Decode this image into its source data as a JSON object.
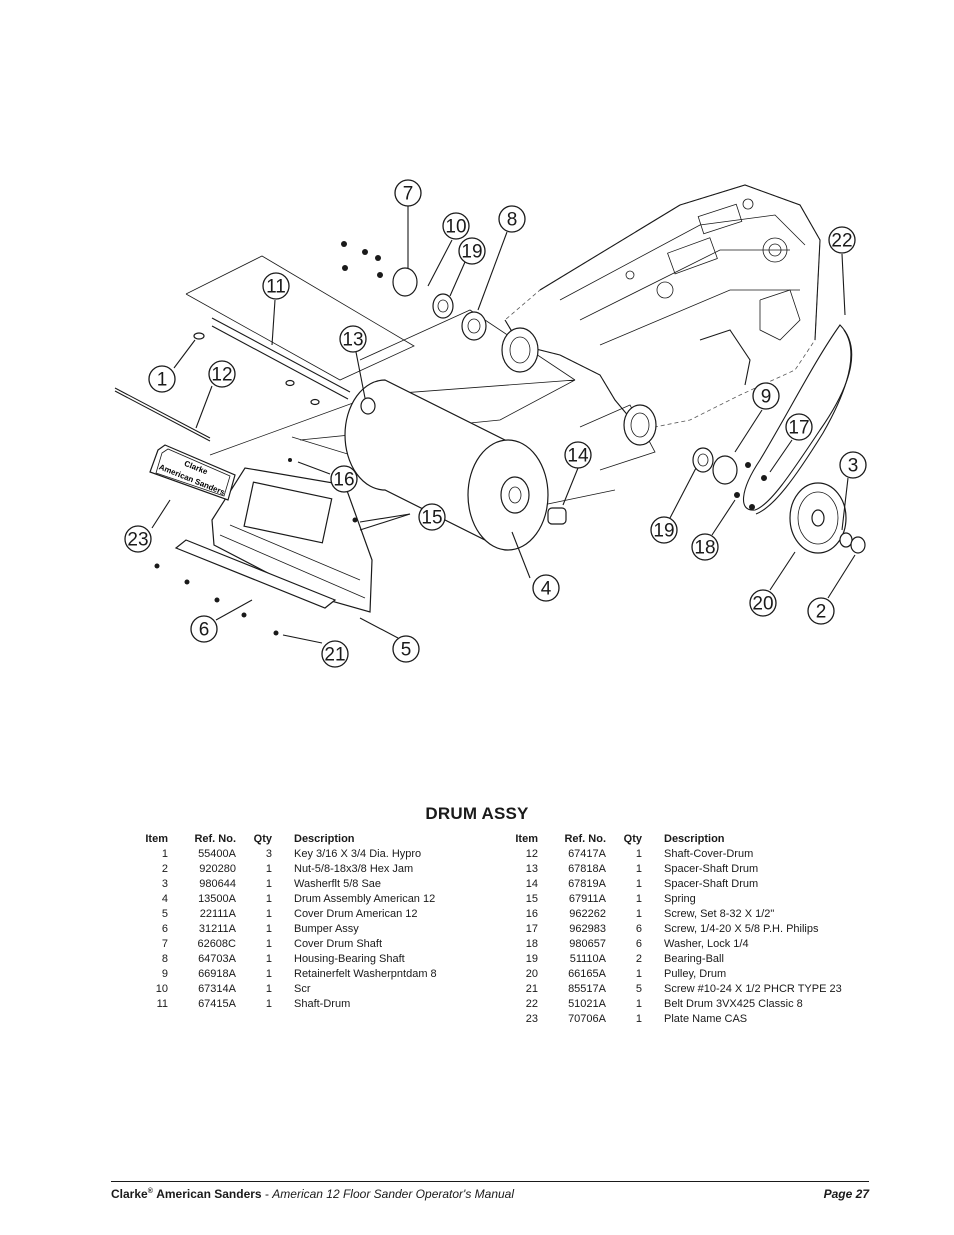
{
  "diagram": {
    "callouts": [
      "1",
      "2",
      "3",
      "4",
      "5",
      "6",
      "7",
      "8",
      "9",
      "10",
      "11",
      "12",
      "13",
      "14",
      "15",
      "16",
      "17",
      "18",
      "19",
      "19",
      "20",
      "21",
      "22",
      "23"
    ],
    "nameplate_text": [
      "Clarke",
      "American Sanders"
    ]
  },
  "section_title": "DRUM ASSY",
  "table": {
    "headers": {
      "item": "Item",
      "ref": "Ref. No.",
      "qty": "Qty",
      "desc": "Description"
    },
    "left": [
      {
        "item": "1",
        "ref": "55400A",
        "qty": "3",
        "desc": "Key 3/16 X 3/4 Dia. Hypro"
      },
      {
        "item": "2",
        "ref": "920280",
        "qty": "1",
        "desc": "Nut-5/8-18x3/8 Hex Jam"
      },
      {
        "item": "3",
        "ref": "980644",
        "qty": "1",
        "desc": "Washerflt 5/8 Sae"
      },
      {
        "item": "4",
        "ref": "13500A",
        "qty": "1",
        "desc": "Drum Assembly American 12"
      },
      {
        "item": "5",
        "ref": "22111A",
        "qty": "1",
        "desc": "Cover Drum American 12"
      },
      {
        "item": "6",
        "ref": "31211A",
        "qty": "1",
        "desc": "Bumper Assy"
      },
      {
        "item": "7",
        "ref": "62608C",
        "qty": "1",
        "desc": "Cover Drum Shaft"
      },
      {
        "item": "8",
        "ref": "64703A",
        "qty": "1",
        "desc": "Housing-Bearing Shaft"
      },
      {
        "item": "9",
        "ref": "66918A",
        "qty": "1",
        "desc": "Retainerfelt Washerpntdam 8"
      },
      {
        "item": "10",
        "ref": "67314A",
        "qty": "1",
        "desc": "Scr"
      },
      {
        "item": "11",
        "ref": "67415A",
        "qty": "1",
        "desc": "Shaft-Drum"
      }
    ],
    "right": [
      {
        "item": "12",
        "ref": "67417A",
        "qty": "1",
        "desc": "Shaft-Cover-Drum"
      },
      {
        "item": "13",
        "ref": "67818A",
        "qty": "1",
        "desc": "Spacer-Shaft Drum"
      },
      {
        "item": "14",
        "ref": "67819A",
        "qty": "1",
        "desc": "Spacer-Shaft Drum"
      },
      {
        "item": "15",
        "ref": "67911A",
        "qty": "1",
        "desc": "Spring"
      },
      {
        "item": "16",
        "ref": "962262",
        "qty": "1",
        "desc": "Screw, Set 8-32 X 1/2\""
      },
      {
        "item": "17",
        "ref": "962983",
        "qty": "6",
        "desc": "Screw, 1/4-20 X 5/8 P.H. Philips"
      },
      {
        "item": "18",
        "ref": "980657",
        "qty": "6",
        "desc": "Washer, Lock 1/4"
      },
      {
        "item": "19",
        "ref": "51110A",
        "qty": "2",
        "desc": "Bearing-Ball"
      },
      {
        "item": "20",
        "ref": "66165A",
        "qty": "1",
        "desc": "Pulley, Drum"
      },
      {
        "item": "21",
        "ref": "85517A",
        "qty": "5",
        "desc": "Screw #10-24 X 1/2 PHCR TYPE 23"
      },
      {
        "item": "22",
        "ref": "51021A",
        "qty": "1",
        "desc": "Belt Drum 3VX425 Classic 8"
      },
      {
        "item": "23",
        "ref": "70706A",
        "qty": "1",
        "desc": "Plate Name CAS"
      }
    ]
  },
  "footer": {
    "brand": "Clarke",
    "registered": "®",
    "company": "American Sanders",
    "separator": " - ",
    "manual": "American 12 Floor  Sander  Operator's  Manual",
    "page": "Page  27"
  }
}
